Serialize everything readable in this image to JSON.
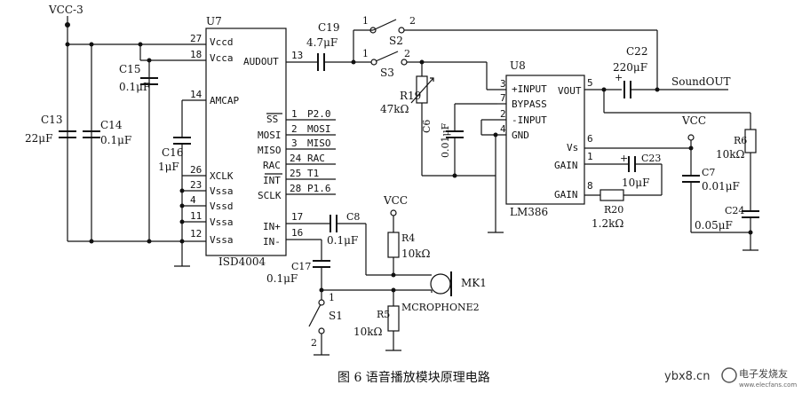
{
  "figure": {
    "caption": "图 6  语音播放模块原理电路"
  },
  "power": {
    "vcc3": "VCC-3",
    "vcc_a": "VCC",
    "vcc_b": "VCC"
  },
  "ic_u7": {
    "ref": "U7",
    "part": "ISD4004",
    "left_pins": [
      {
        "num": "27",
        "name": "Vccd"
      },
      {
        "num": "18",
        "name": "Vcca"
      },
      {
        "num": "14",
        "name": "AMCAP"
      },
      {
        "num": "26",
        "name": "XCLK"
      },
      {
        "num": "23",
        "name": "Vssa"
      },
      {
        "num": "4",
        "name": "Vssd"
      },
      {
        "num": "11",
        "name": "Vssa"
      },
      {
        "num": "12",
        "name": "Vssa"
      }
    ],
    "right_pins": [
      {
        "num": "13",
        "name": "AUDOUT"
      },
      {
        "num": "1",
        "name": "SS"
      },
      {
        "num": "2",
        "name": "MOSI"
      },
      {
        "num": "3",
        "name": "MISO"
      },
      {
        "num": "24",
        "name": "RAC"
      },
      {
        "num": "25",
        "name": "INT"
      },
      {
        "num": "28",
        "name": "SCLK"
      },
      {
        "num": "17",
        "name": "IN+"
      },
      {
        "num": "16",
        "name": "IN-"
      }
    ],
    "port_labels": [
      "P2.0",
      "MOSI",
      "MISO",
      "RAC",
      "T1",
      "P1.6"
    ]
  },
  "ic_u8": {
    "ref": "U8",
    "part": "LM386",
    "pins": [
      {
        "num": "3",
        "name": "+INPUT"
      },
      {
        "num": "7",
        "name": "BYPASS"
      },
      {
        "num": "2",
        "name": "-INPUT"
      },
      {
        "num": "4",
        "name": "GND"
      },
      {
        "num": "5",
        "name": "VOUT"
      },
      {
        "num": "6",
        "name": "Vs"
      },
      {
        "num": "1",
        "name": "GAIN"
      },
      {
        "num": "8",
        "name": "GAIN"
      }
    ]
  },
  "components": {
    "c13": {
      "ref": "C13",
      "value": "22μF"
    },
    "c14": {
      "ref": "C14",
      "value": "0.1μF"
    },
    "c15": {
      "ref": "C15",
      "value": "0.1μF"
    },
    "c16": {
      "ref": "C16",
      "value": "1μF"
    },
    "c19": {
      "ref": "C19",
      "value": "4.7μF"
    },
    "c6": {
      "ref": "C6",
      "value": "0.01μF"
    },
    "c22": {
      "ref": "C22",
      "value": "220μF"
    },
    "c23": {
      "ref": "C23",
      "value": "10μF"
    },
    "c7": {
      "ref": "C7",
      "value": "0.01μF"
    },
    "c24": {
      "ref": "C24",
      "value": "0.05μF"
    },
    "c8": {
      "ref": "C8",
      "value": "0.1μF"
    },
    "c17": {
      "ref": "C17",
      "value": "0.1μF"
    },
    "r19": {
      "ref": "R19",
      "value": "47kΩ"
    },
    "r20": {
      "ref": "R20",
      "value": "1.2kΩ"
    },
    "r6": {
      "ref": "R6",
      "value": "10kΩ"
    },
    "r4": {
      "ref": "R4",
      "value": "10kΩ"
    },
    "r5": {
      "ref": "R5",
      "value": "10kΩ"
    },
    "s1": {
      "ref": "S1"
    },
    "s2": {
      "ref": "S2"
    },
    "s3": {
      "ref": "S3"
    },
    "mk1": {
      "ref": "MK1",
      "part": "MCROPHONE2"
    },
    "sound_out": "SoundOUT"
  },
  "switch_terminals": {
    "one": "1",
    "two": "2"
  },
  "watermark": {
    "site": "ybx8.cn",
    "brand": "电子发烧友",
    "url": "www.elecfans.com"
  }
}
